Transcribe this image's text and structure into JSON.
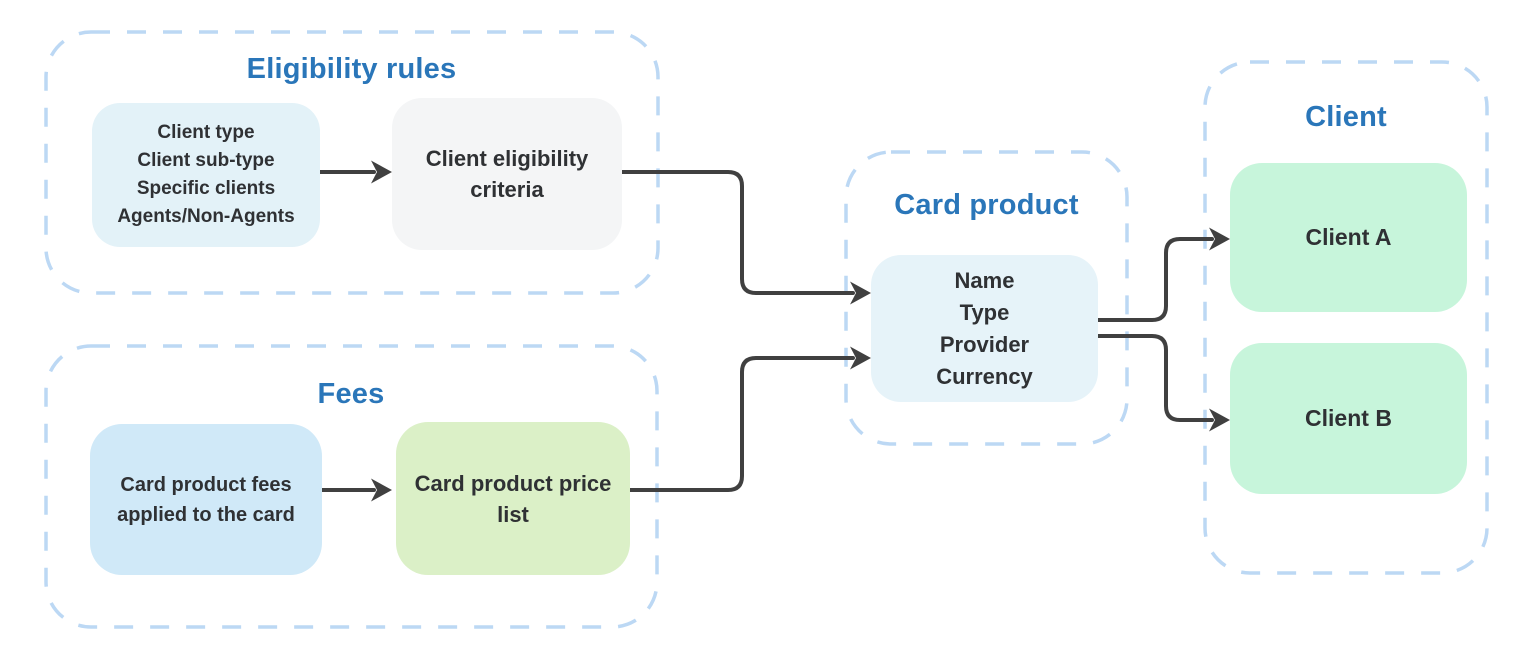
{
  "diagram": {
    "background": "#ffffff",
    "colors": {
      "container_border": "#bcd8f4",
      "title_text": "#2a76b9",
      "box_text": "#2f3134",
      "arrow": "#404040",
      "eligibility_inputs_bg": "#e3f2f8",
      "criteria_bg": "#f4f5f6",
      "fees_input_bg": "#d0e9f8",
      "price_list_bg": "#dbf0c7",
      "card_product_bg": "#e6f3f9",
      "client_bg": "#c7f5db"
    },
    "groups": {
      "eligibility": {
        "title": "Eligibility rules"
      },
      "fees": {
        "title": "Fees"
      },
      "card_product": {
        "title": "Card product"
      },
      "client": {
        "title": "Client"
      }
    },
    "nodes": {
      "eligibility_inputs": {
        "lines": [
          "Client type",
          "Client sub-type",
          "Specific clients",
          "Agents/Non-Agents"
        ]
      },
      "criteria": {
        "label": "Client eligibility criteria"
      },
      "fees_input": {
        "label": "Card product fees applied to the card"
      },
      "price_list": {
        "label": "Card product price list"
      },
      "card_product": {
        "lines": [
          "Name",
          "Type",
          "Provider",
          "Currency"
        ]
      },
      "client_a": {
        "label": "Client A"
      },
      "client_b": {
        "label": "Client B"
      }
    },
    "edges": [
      "eligibility_inputs -> criteria",
      "fees_input -> price_list",
      "criteria -> card_product",
      "price_list -> card_product",
      "card_product -> client_a",
      "card_product -> client_b"
    ]
  }
}
